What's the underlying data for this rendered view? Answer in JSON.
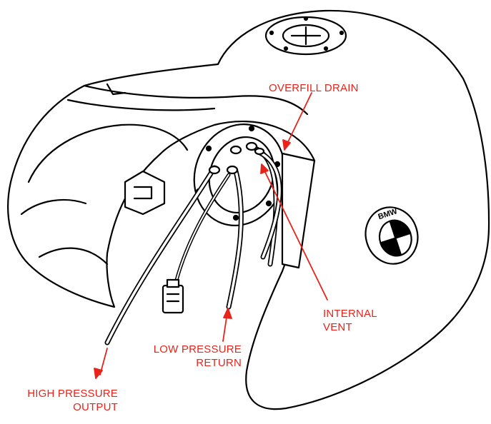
{
  "colors": {
    "line": "#000000",
    "callout": "#e8231a",
    "background": "#ffffff",
    "fill": "#ffffff"
  },
  "diagram": {
    "badge_text": "BMW",
    "labels": {
      "overfill_drain": "OVERFILL DRAIN",
      "internal_vent": {
        "line1": "INTERNAL",
        "line2": "VENT"
      },
      "low_pressure_return": {
        "line1": "LOW PRESSURE",
        "line2": "RETURN"
      },
      "high_pressure_output": {
        "line1": "HIGH PRESSURE",
        "line2": "OUTPUT"
      }
    }
  }
}
